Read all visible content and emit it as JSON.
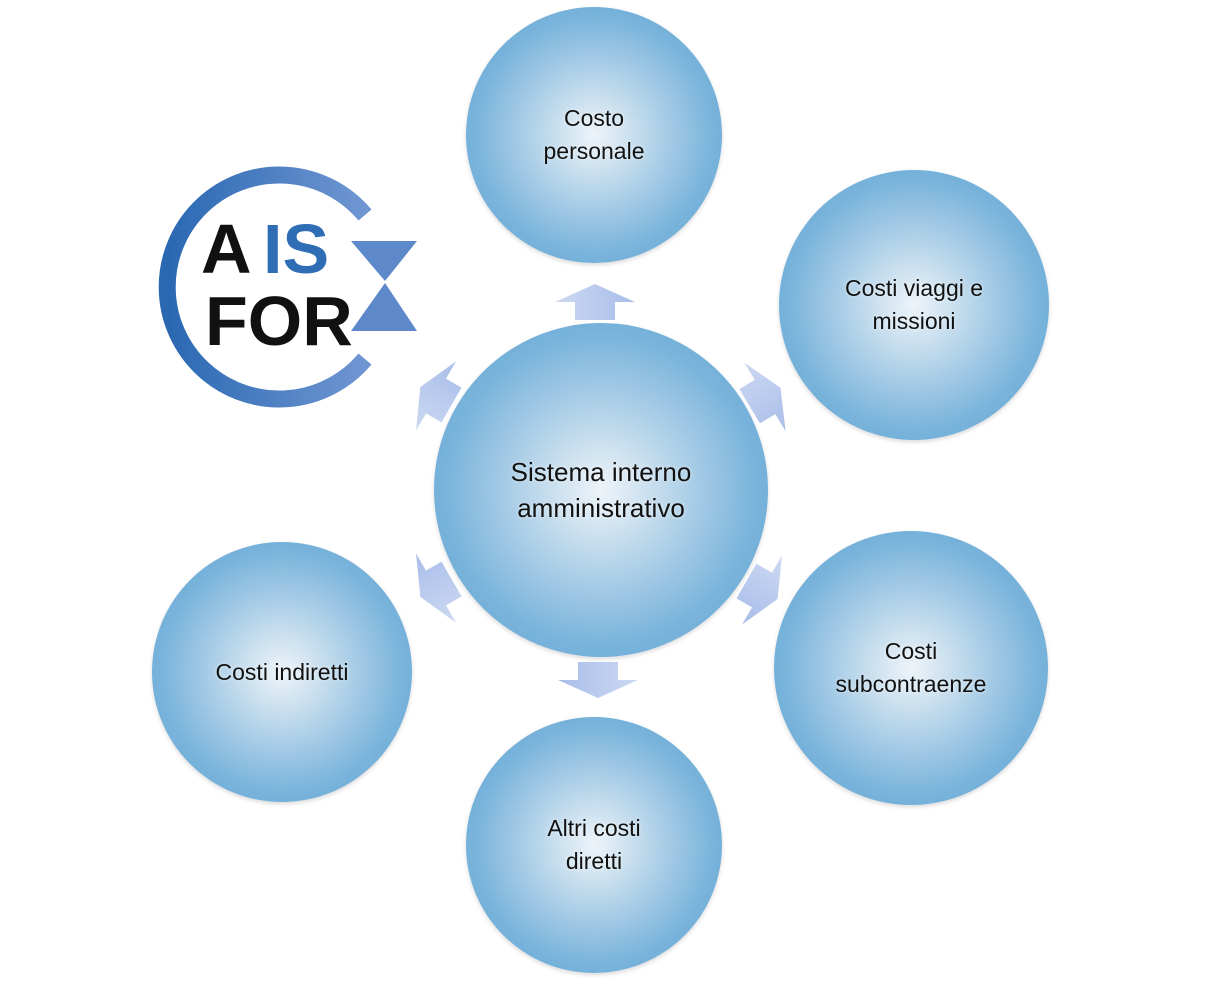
{
  "logo": {
    "text_line1_black": "A",
    "text_line1_blue": "IS",
    "text_line2": "FOR",
    "color_blue": "#2f6db5"
  },
  "center": {
    "label": "Sistema interno\namministrativo"
  },
  "nodes": [
    {
      "id": "costo-personale",
      "label": "Costo\npersonale"
    },
    {
      "id": "costi-viaggi-missioni",
      "label": "Costi viaggi e\nmissioni"
    },
    {
      "id": "costi-subcontraenze",
      "label": "Costi\nsubcontraenze"
    },
    {
      "id": "altri-costi-diretti",
      "label": "Altri costi\ndiretti"
    },
    {
      "id": "costi-indiretti",
      "label": "Costi indiretti"
    }
  ],
  "colors": {
    "circle_edge": "#5a9fcf",
    "circle_center": "#eef4f9",
    "arrow": "#b5c7ec"
  }
}
